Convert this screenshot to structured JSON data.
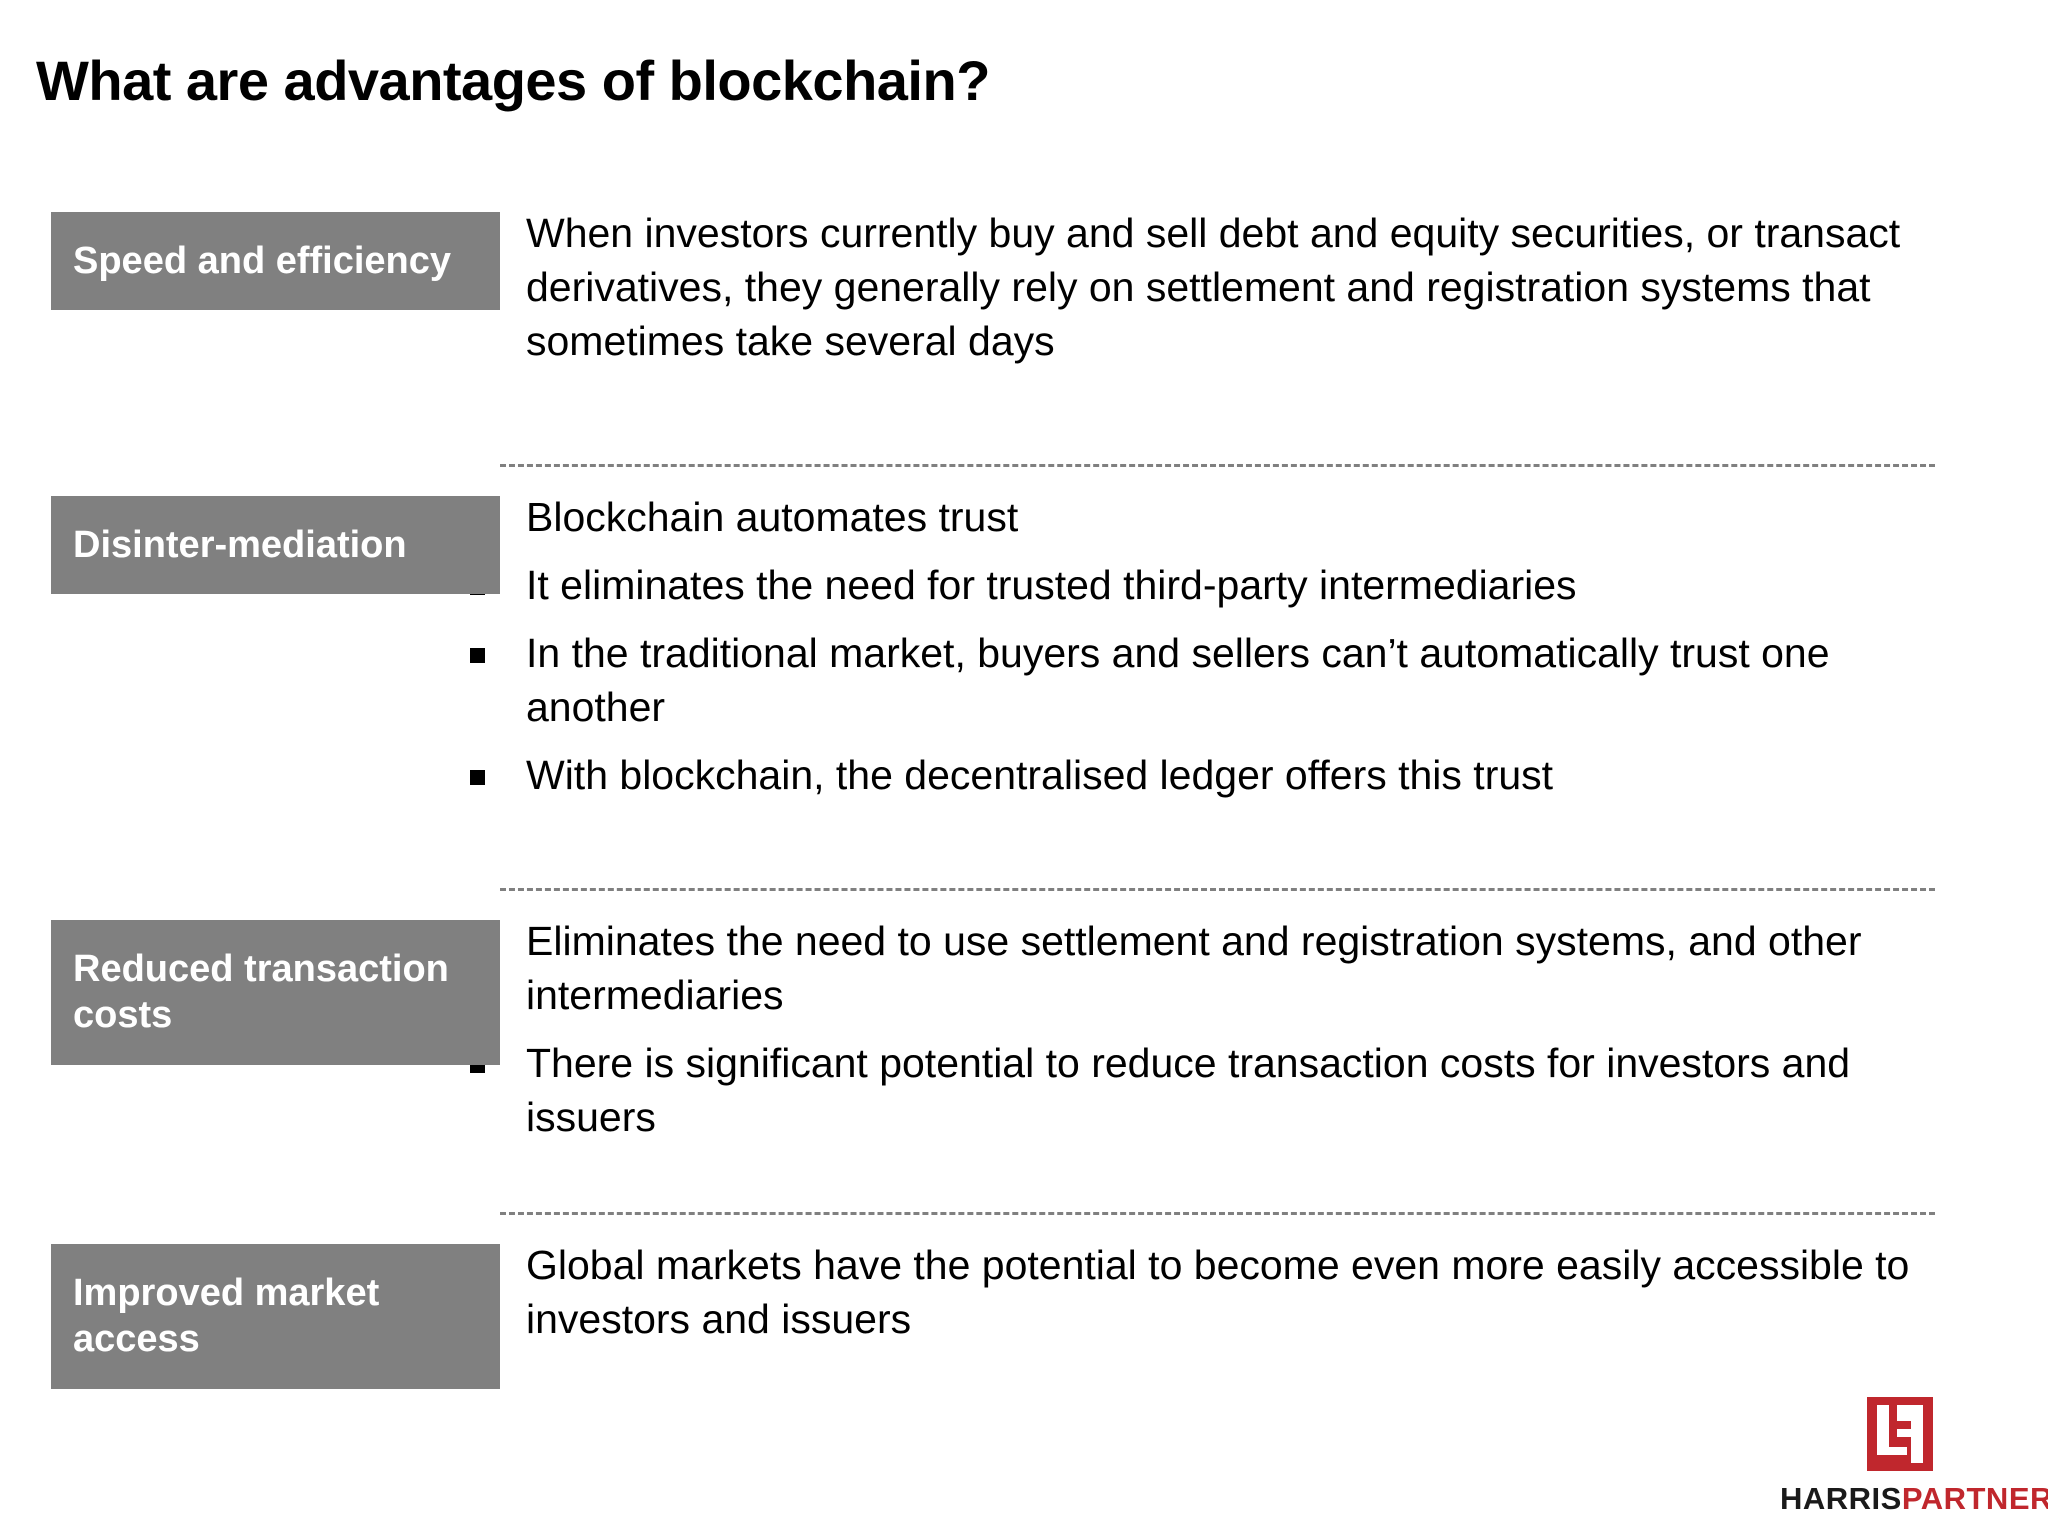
{
  "slide": {
    "title": "What are advantages of blockchain?",
    "accent_gray": "#808080",
    "brand_red": "#C0272D",
    "divider_color": "#808080",
    "sections": [
      {
        "label": "Speed and efficiency",
        "bullets": [
          "When investors currently buy and sell debt and equity securities, or transact derivatives, they generally rely on settlement and registration systems that sometimes take several days"
        ]
      },
      {
        "label": "Disinter-mediation",
        "bullets": [
          "Blockchain automates trust",
          "It eliminates the need for trusted third-party intermediaries",
          "In the traditional market, buyers and sellers can’t automatically trust one another",
          "With blockchain, the decentralised ledger offers this trust"
        ]
      },
      {
        "label": "Reduced transaction costs",
        "bullets": [
          "Eliminates the need to use settlement and registration systems, and other intermediaries",
          "There is significant potential to reduce transaction costs for investors and issuers"
        ]
      },
      {
        "label": "Improved market access",
        "bullets": [
          "Global markets have the potential to become even more easily accessible to investors and issuers"
        ]
      }
    ]
  },
  "logo": {
    "word_1": "HARRIS",
    "word_2": "PARTNERS",
    "mark_name": "harris-partners-mark"
  }
}
